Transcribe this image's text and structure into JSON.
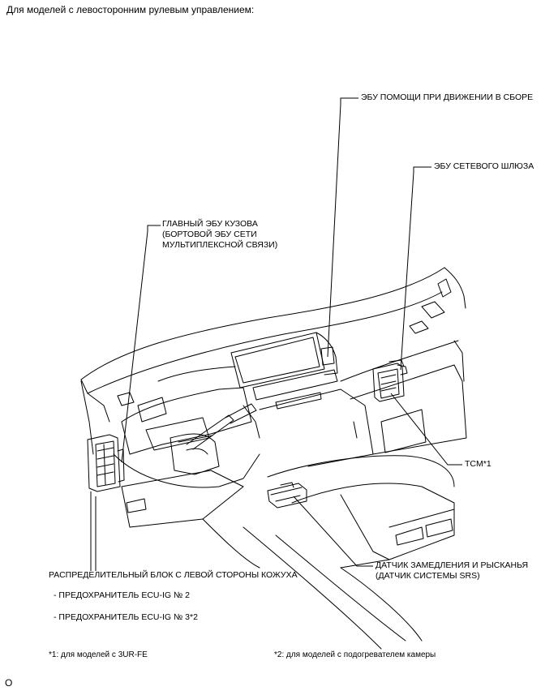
{
  "header": "Для моделей с левосторонним рулевым управлением:",
  "callouts": {
    "driving_assist_ecu": "ЭБУ ПОМОЩИ ПРИ ДВИЖЕНИИ В СБОРЕ",
    "gateway_ecu": "ЭБУ СЕТЕВОГО ШЛЮЗА",
    "main_body_ecu": [
      "ГЛАВНЫЙ ЭБУ КУЗОВА",
      "(БОРТОВОЙ ЭБУ СЕТИ",
      "МУЛЬТИПЛЕКСНОЙ СВЯЗИ)"
    ],
    "tcm": "TCM*1",
    "yaw_sensor": [
      "ДАТЧИК ЗАМЕДЛЕНИЯ И РЫСКАНЬЯ",
      "(ДАТЧИК СИСТЕМЫ SRS)"
    ],
    "junction_block": "РАСПРЕДЕЛИТЕЛЬНЫЙ БЛОК С ЛЕВОЙ СТОРОНЫ КОЖУХА",
    "fuse_1": "- ПРЕДОХРАНИТЕЛЬ ECU-IG № 2",
    "fuse_2": "- ПРЕДОХРАНИТЕЛЬ ECU-IG № 3*2"
  },
  "footnotes": {
    "note_1": "*1: для моделей с 3UR-FE",
    "note_2": "*2: для моделей с подогревателем камеры"
  },
  "figure_code": "O"
}
